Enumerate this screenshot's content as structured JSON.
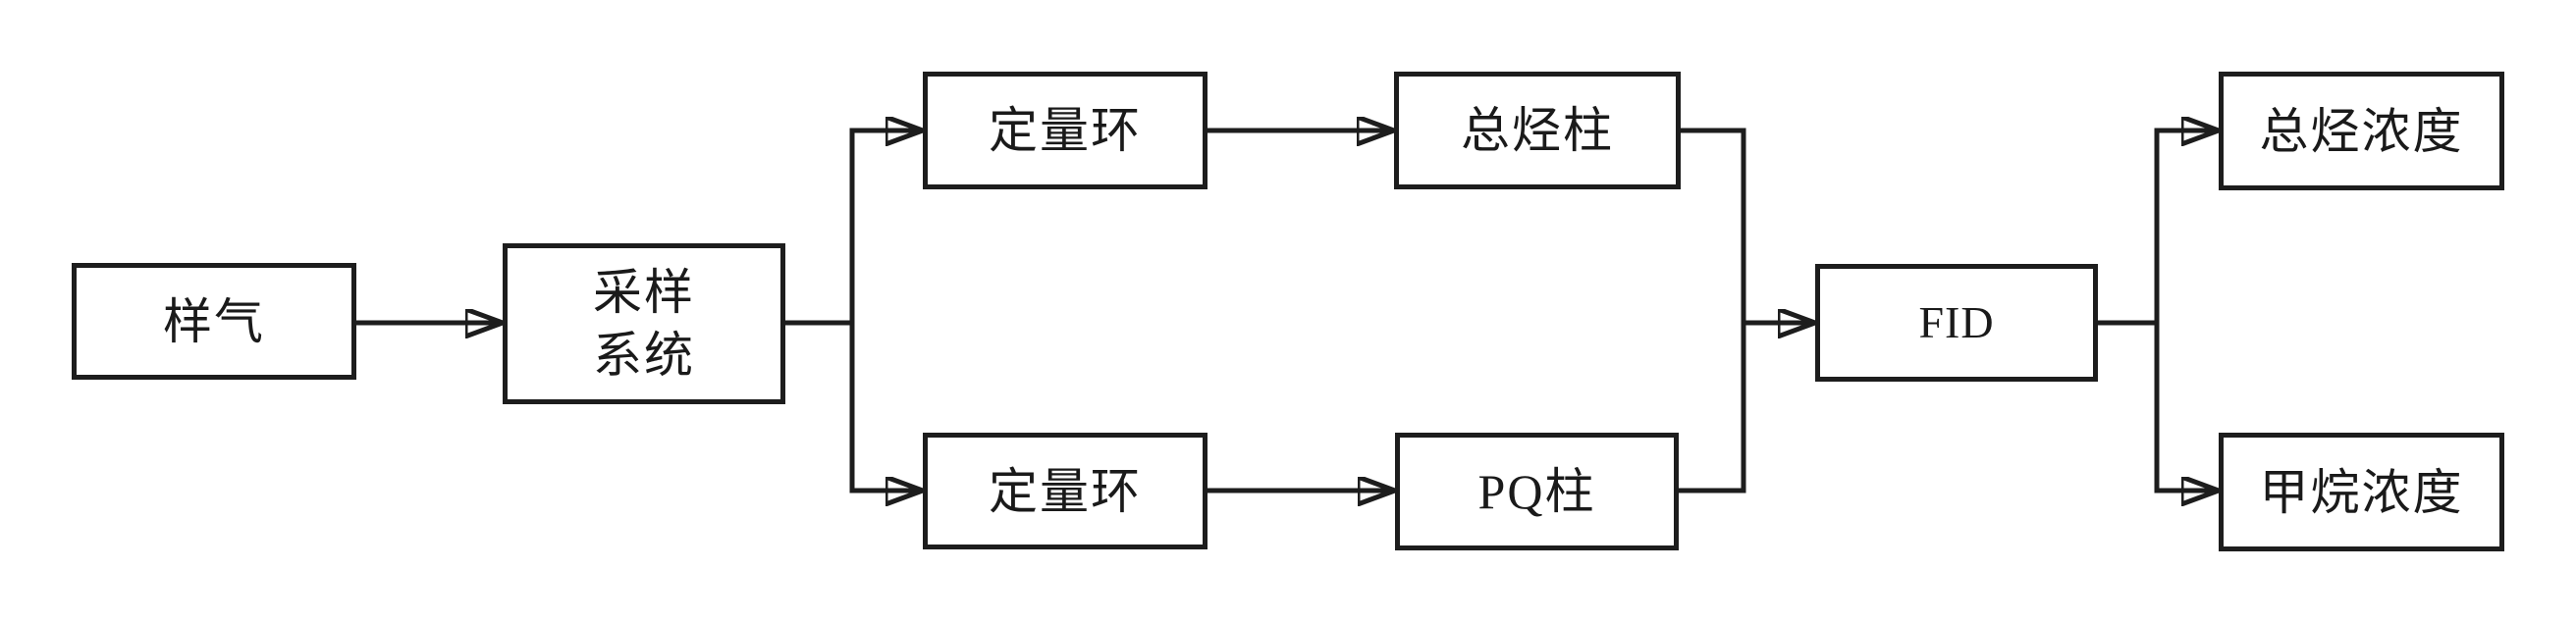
{
  "diagram": {
    "description": "gas-chromatograph-flow-diagram",
    "colors": {
      "line": "#1d1d1d",
      "box_fill": "#ffffff",
      "background": "#ffffff",
      "text": "#1a1a1a"
    },
    "nodes": {
      "sample_gas": {
        "label": "样气"
      },
      "sampling_system": {
        "label": "采样\n系统"
      },
      "loop_top": {
        "label": "定量环"
      },
      "thc_column": {
        "label": "总烃柱"
      },
      "loop_bottom": {
        "label": "定量环"
      },
      "pq_column": {
        "label": "PQ柱"
      },
      "fid": {
        "label": "FID"
      },
      "thc_concentration": {
        "label": "总烃浓度"
      },
      "methane_concentration": {
        "label": "甲烷浓度"
      }
    },
    "edges": [
      {
        "from": "sample_gas",
        "to": "sampling_system"
      },
      {
        "from": "sampling_system",
        "to": "loop_top"
      },
      {
        "from": "sampling_system",
        "to": "loop_bottom"
      },
      {
        "from": "loop_top",
        "to": "thc_column"
      },
      {
        "from": "loop_bottom",
        "to": "pq_column"
      },
      {
        "from": "thc_column",
        "to": "fid"
      },
      {
        "from": "pq_column",
        "to": "fid"
      },
      {
        "from": "fid",
        "to": "thc_concentration"
      },
      {
        "from": "fid",
        "to": "methane_concentration"
      }
    ]
  }
}
